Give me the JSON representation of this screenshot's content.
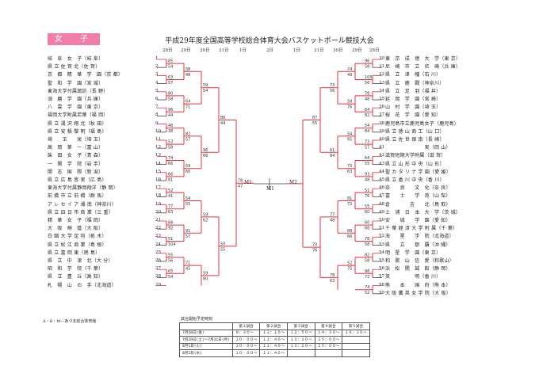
{
  "header": {
    "tag": "女　子",
    "title": "平成29年度全国高等学校総合体育大会バスケットボール競技大会"
  },
  "dates_left": [
    "28日",
    "29日",
    "30日",
    "31日",
    "1日"
  ],
  "dates_center": "2日",
  "dates_right": [
    "1日",
    "31日",
    "30日",
    "29日",
    "28日"
  ],
  "final_labels": {
    "m1": "M1",
    "m2": "M2",
    "m1_center": "M1"
  },
  "left_teams": [
    {
      "no": "1",
      "name": "岐　阜　女　子（岐 阜）"
    },
    {
      "no": "2",
      "name": "県 立 佐 賀 北（佐 賀）"
    },
    {
      "no": "3",
      "name": "京　都　精　華　学　園（京 都）"
    },
    {
      "no": "4",
      "name": "聖　和　学　園（宮 城）"
    },
    {
      "no": "5",
      "name": "東海大学付属諏訪（長 野）"
    },
    {
      "no": "6",
      "name": "須　磨　学　園（兵 庫）"
    },
    {
      "no": "7",
      "name": "八　雲　学　園（東 京）"
    },
    {
      "no": "8",
      "name": "福岡大学附属若葉（福 岡）"
    },
    {
      "no": "9",
      "name": "県 立 湯 沢 翔 北（秋 田）"
    },
    {
      "no": "10",
      "name": "県 立 安 積 黎 明（福 島）"
    },
    {
      "no": "11",
      "name": "埼　　玉　　栄（埼 玉）"
    },
    {
      "no": "12",
      "name": "高　岡　第　一（富 山）"
    },
    {
      "no": "13",
      "name": "柴　田　女　子（青 森）"
    },
    {
      "no": "14",
      "name": "一　関　学　院（岩 手）"
    },
    {
      "no": "15",
      "name": "開　志　国　際（新 潟）"
    },
    {
      "no": "16",
      "name": "県 立 広 島 皆 実（広 島）"
    },
    {
      "no": "17",
      "name": "東海大学付属静岡翔洋（静 岡）"
    },
    {
      "no": "18",
      "name": "前 橋 市 立 前 橋（群 馬）"
    },
    {
      "no": "19",
      "name": "ア レ セ イ ア 湘 南（神奈川）"
    },
    {
      "no": "20",
      "name": "県 立 四 日 市 商 業（三 重）"
    },
    {
      "no": "21",
      "name": "精　華　女　子（福 岡）"
    },
    {
      "no": "22",
      "name": "大　阪　桐　蔭（大 阪）"
    },
    {
      "no": "23",
      "name": "白 鷗 大 学 足 利（栃 木）"
    },
    {
      "no": "24",
      "name": "県 立 松 江 商 業（島 根）"
    },
    {
      "no": "25",
      "name": "県 立 富 岡 東（徳 島）"
    },
    {
      "no": "26",
      "name": "県　立　中　津　北（大 分）"
    },
    {
      "no": "27",
      "name": "昭　和　学　院（千 葉）"
    },
    {
      "no": "28",
      "name": "県　立　豊　丘（高 知）"
    },
    {
      "no": "29",
      "name": "札　幌　山　の　手（北海道）"
    }
  ],
  "right_teams": [
    {
      "no": "30",
      "name": "東　京　成　徳　大　学（東 京）"
    },
    {
      "no": "31",
      "name": "尼　崎　市　立　尼　崎（兵 庫）"
    },
    {
      "no": "32",
      "name": "県　立　津　幡（石 川）"
    },
    {
      "no": "33",
      "name": "県　立　鹿　闘（神奈川）"
    },
    {
      "no": "34",
      "name": "県　立　足　羽（福 井）"
    },
    {
      "no": "35",
      "name": "延　岡　学　園（宮 崎）"
    },
    {
      "no": "36",
      "name": "山　村　学　園（埼 玉）"
    },
    {
      "no": "37",
      "name": "桜　花　学　園（愛 知）"
    },
    {
      "no": "38",
      "name": "鹿児島市立鹿児島女子（鹿児島）"
    },
    {
      "no": "39",
      "name": "県 立 徳 山 商 工（山 口）"
    },
    {
      "no": "40",
      "name": "県 立 佐 世 保 南（長 崎）"
    },
    {
      "no": "41",
      "name": "　　　　　　　　実（岡 山）"
    },
    {
      "no": "42",
      "name": "滋賀短期大学附属（滋 賀）"
    },
    {
      "no": "43",
      "name": "県 立 山 形 中 央（山 形）"
    },
    {
      "no": "44",
      "name": "聖 カ タ リ ナ 学 園（愛 媛）"
    },
    {
      "no": "45",
      "name": "県 立 香 川 中 央（香 川）"
    },
    {
      "no": "46",
      "name": "奈　　良　　文　化（奈 良）"
    },
    {
      "no": "47",
      "name": "富　　士　　学　苑（山 梨）"
    },
    {
      "no": "48",
      "name": "倉　　　　吉　　北（鳥 取）"
    },
    {
      "no": "49",
      "name": "土　浦　日　本　大　学（茨 城）"
    },
    {
      "no": "50",
      "name": "安　　城　　学　園（愛 知）"
    },
    {
      "no": "51",
      "name": "千 葉 経 済 大 学 附 属（千 葉）"
    },
    {
      "no": "52",
      "name": "海　　星　　学　院（北海道）"
    },
    {
      "no": "53",
      "name": "県　　立　　那　覇（沖 縄）"
    },
    {
      "no": "54",
      "name": "明　星　学　園（東 京）"
    },
    {
      "no": "55",
      "name": "和　歌　山　信　愛（和歌山）"
    },
    {
      "no": "56",
      "name": "浜　松　開　誠　館（静 岡）"
    },
    {
      "no": "57",
      "name": "英　　　　　明（香 川）"
    },
    {
      "no": "58",
      "name": "熊　　本　　国　府（熊 本）"
    },
    {
      "no": "59",
      "name": "大 阪 薫 英 女 学 院（大 阪）"
    }
  ],
  "left_scores": [
    {
      "a": "85",
      "b": "54"
    },
    {
      "a": "63",
      "b": "57"
    },
    {
      "a": "80",
      "b": "58"
    },
    {
      "a": "96",
      "b": "44"
    },
    {
      "a": "46",
      "b": "38"
    },
    {
      "a": "53",
      "b": "58"
    },
    {
      "a": "74",
      "b": "66"
    },
    {
      "a": "66",
      "b": "81"
    },
    {
      "a": "52",
      "b": "41"
    },
    {
      "a": "77",
      "b": "63"
    },
    {
      "a": "68",
      "b": "92"
    },
    {
      "a": "51",
      "b": "104"
    },
    {
      "a": "55",
      "b": "56"
    },
    {
      "a": "65",
      "b": "54"
    },
    {
      "a": "38",
      "b": "48"
    },
    {
      "a": "64",
      "b": "71"
    },
    {
      "a": "82",
      "b": "57"
    },
    {
      "a": "59",
      "b": "60"
    },
    {
      "a": "54",
      "b": "55"
    },
    {
      "a": "91",
      "b": "57"
    },
    {
      "a": "71",
      "b": "45"
    },
    {
      "a": "59",
      "b": "54"
    },
    {
      "a": "96",
      "b": "66"
    },
    {
      "a": "59",
      "b": "62"
    },
    {
      "a": "59",
      "b": "80"
    },
    {
      "a": "86",
      "b": "44"
    },
    {
      "a": "50",
      "b": "55"
    },
    {
      "a": "78",
      "b": "47"
    }
  ],
  "right_scores": [
    {
      "a": "96",
      "b": "58"
    },
    {
      "a": "105",
      "b": "56"
    },
    {
      "a": "78",
      "b": "48"
    },
    {
      "a": "64",
      "b": "82"
    },
    {
      "a": "54",
      "b": "84"
    },
    {
      "a": "73",
      "b": "57"
    },
    {
      "a": "64",
      "b": "55"
    },
    {
      "a": "93",
      "b": "48"
    },
    {
      "a": "51",
      "b": "76"
    },
    {
      "a": "55",
      "b": "60"
    },
    {
      "a": "60",
      "b": "66"
    },
    {
      "a": "78",
      "b": "58"
    },
    {
      "a": "82",
      "b": "58"
    },
    {
      "a": "98",
      "b": "72"
    },
    {
      "a": "74",
      "b": "52"
    },
    {
      "a": "74",
      "b": "49"
    },
    {
      "a": "58",
      "b": "76"
    },
    {
      "a": "54",
      "b": "65"
    },
    {
      "a": "73",
      "b": "63"
    },
    {
      "a": "81",
      "b": "72"
    },
    {
      "a": "88",
      "b": "66"
    },
    {
      "a": "52",
      "b": "75"
    },
    {
      "a": "73",
      "b": "56"
    },
    {
      "a": "61",
      "b": "84"
    },
    {
      "a": "77",
      "b": "48"
    },
    {
      "a": "78",
      "b": "63"
    },
    {
      "a": "87",
      "b": "55"
    },
    {
      "a": "70",
      "b": "76"
    }
  ],
  "notes": "A・B・M－あづま総合体育館",
  "schedule": {
    "title": "試合開始予定時刻",
    "headers": [
      "",
      "第１試合",
      "第２試合",
      "第３試合",
      "第４試合",
      "第５試合"
    ],
    "rows": [
      [
        "7月28日(金)",
        "９：３０～",
        "１１：１０～",
        "１２：５０～",
        "１４：３０～",
        "１６：１０～"
      ],
      [
        "7月29日(土)～7月31日(月)",
        "１０：００～",
        "１１：４０～",
        "１３：２０～",
        "１５：００～",
        ""
      ],
      [
        "8月1日(火)",
        "１０：００～",
        "１１：４０～",
        "１３：２０～",
        "１５：００～",
        ""
      ],
      [
        "8月2日(水)",
        "１０：００～",
        "１１：４０～",
        "",
        "",
        ""
      ]
    ]
  },
  "colors": {
    "accent": "#f07ca8",
    "win_line": "#e8323c",
    "line": "#444444"
  }
}
